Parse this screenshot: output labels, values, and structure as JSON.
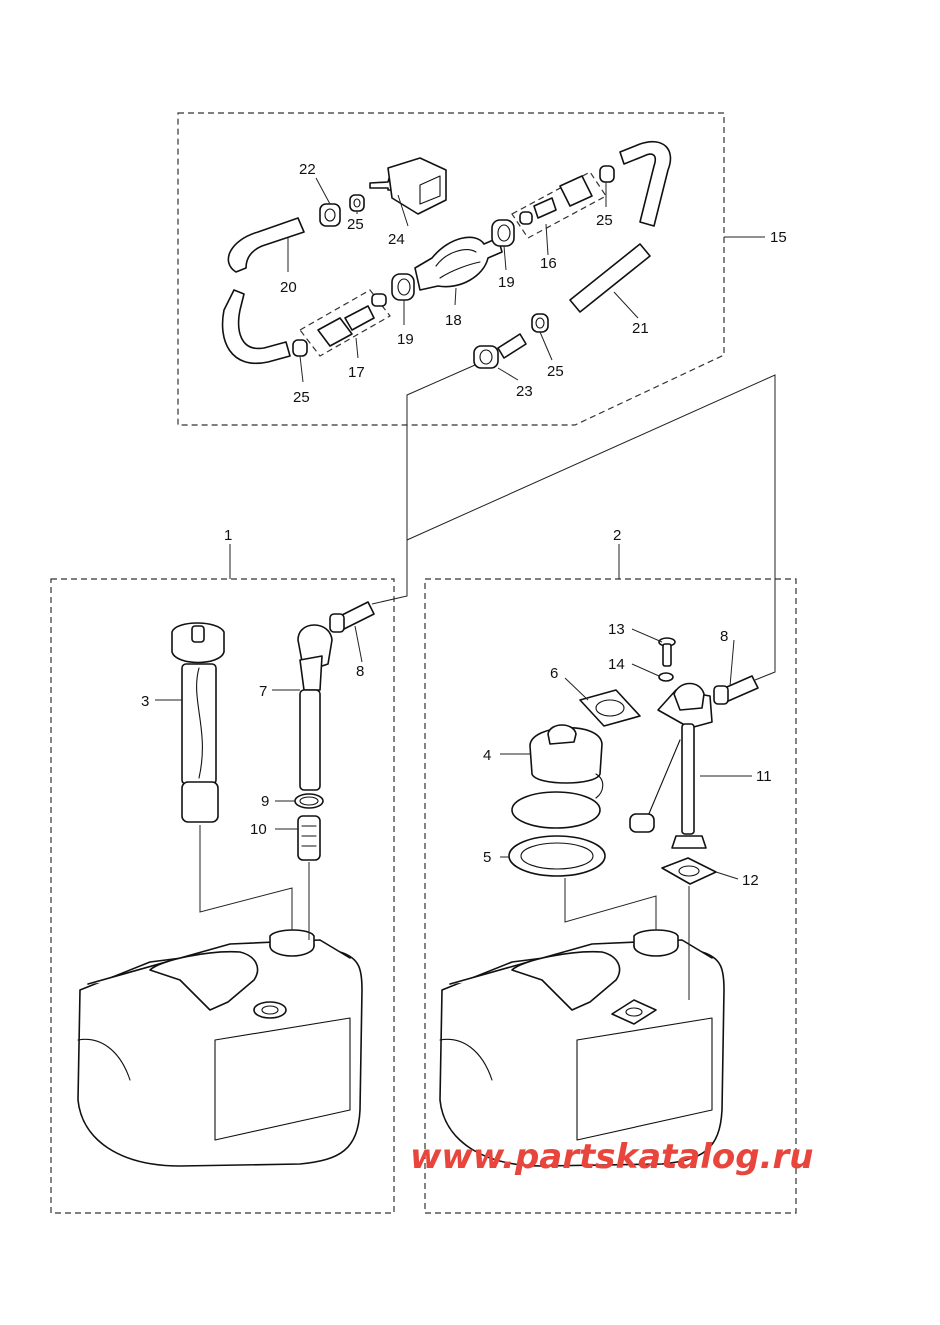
{
  "watermark": "www.partskatalog.ru",
  "callouts": {
    "c1": "1",
    "c2": "2",
    "c3": "3",
    "c4": "4",
    "c5": "5",
    "c6": "6",
    "c7": "7",
    "c8a": "8",
    "c8b": "8",
    "c9": "9",
    "c10": "10",
    "c11": "11",
    "c12": "12",
    "c13": "13",
    "c14": "14",
    "c15": "15",
    "c16": "16",
    "c17": "17",
    "c18": "18",
    "c19a": "19",
    "c19b": "19",
    "c20": "20",
    "c21": "21",
    "c22": "22",
    "c23": "23",
    "c24": "24",
    "c25a": "25",
    "c25b": "25",
    "c25c": "25",
    "c25d": "25"
  }
}
